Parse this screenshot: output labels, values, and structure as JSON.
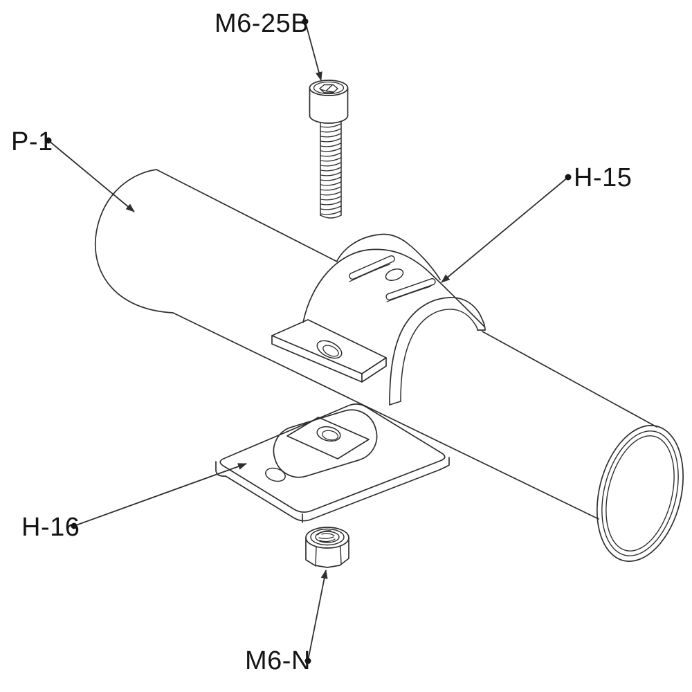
{
  "diagram_type": "exploded-assembly-drawing",
  "colors": {
    "background": "#ffffff",
    "line": "#2e2e2e",
    "label_text": "#141414"
  },
  "callouts": {
    "screw": {
      "label": "M6-25B",
      "points_to": "socket-head-cap-screw"
    },
    "pipe": {
      "label": "P-1",
      "points_to": "pipe"
    },
    "clamp_top": {
      "label": "H-15",
      "points_to": "clamp-top-half"
    },
    "base_plate": {
      "label": "H-16",
      "points_to": "clamp-base-plate"
    },
    "nut": {
      "label": "M6-N",
      "points_to": "hex-nut"
    }
  }
}
